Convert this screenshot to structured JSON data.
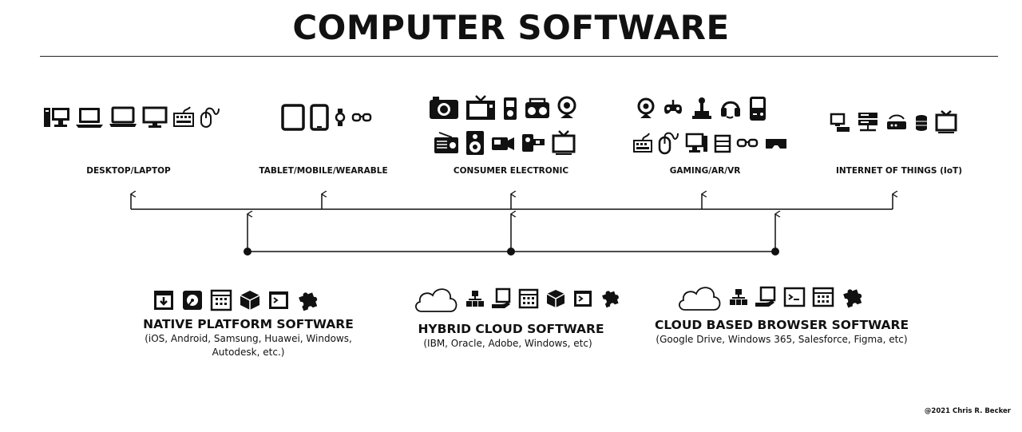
{
  "title": "COMPUTER SOFTWARE",
  "categories": [
    {
      "label": "DESKTOP/LAPTOP",
      "icons": [
        "desktop-tower-icon",
        "laptop-icon",
        "laptop-open-icon",
        "monitor-icon",
        "keyboard-icon",
        "mouse-icon"
      ]
    },
    {
      "label": "TABLET/MOBILE/WEARABLE",
      "icons": [
        "tablet-icon",
        "smartphone-icon",
        "smartwatch-icon",
        "smart-glasses-icon"
      ]
    },
    {
      "label": "CONSUMER ELECTRONIC",
      "icons": [
        "camera-icon",
        "television-icon",
        "media-player-icon",
        "boombox-icon",
        "webcam-icon",
        "radio-icon",
        "speaker-icon",
        "camcorder-icon",
        "projector-icon",
        "tv-set-icon"
      ]
    },
    {
      "label": "GAMING/AR/VR",
      "icons": [
        "webcam-icon",
        "gamepad-icon",
        "joystick-icon",
        "headset-icon",
        "handheld-console-icon",
        "keyboard-icon",
        "mouse-icon",
        "desktop-tower-icon",
        "server-icon",
        "ar-glasses-icon",
        "vr-headset-icon"
      ]
    },
    {
      "label": "INTERNET OF THINGS (IoT)",
      "icons": [
        "network-computer-icon",
        "server-rack-icon",
        "router-icon",
        "database-icon",
        "tv-set-icon"
      ]
    }
  ],
  "software": [
    {
      "title": "NATIVE PLATFORM SOFTWARE",
      "subtitle_line1": "(iOS, Android, Samsung, Huawei, Windows,",
      "subtitle_line2": "Autodesk, etc.)",
      "icons": [
        "download-window-icon",
        "disk-drive-icon",
        "app-grid-window-icon",
        "package-icon",
        "terminal-icon",
        "puzzle-icon"
      ]
    },
    {
      "title": "HYBRID CLOUD SOFTWARE",
      "subtitle_line1": "(IBM, Oracle, Adobe, Windows, etc)",
      "subtitle_line2": "",
      "icons": [
        "cloud-icon",
        "network-icon",
        "hand-device-icon",
        "app-grid-window-icon",
        "package-icon",
        "terminal-icon",
        "puzzle-icon"
      ]
    },
    {
      "title": "CLOUD BASED BROWSER SOFTWARE",
      "subtitle_line1": "(Google Drive, Windows 365, Salesforce, Figma, etc)",
      "subtitle_line2": "",
      "icons": [
        "cloud-icon",
        "network-icon",
        "hand-device-icon",
        "console-window-icon",
        "app-grid-window-icon",
        "puzzle-icon"
      ]
    }
  ],
  "credit": "@2021 Chris R. Becker",
  "colors": {
    "ink": "#111111",
    "background": "#ffffff"
  }
}
